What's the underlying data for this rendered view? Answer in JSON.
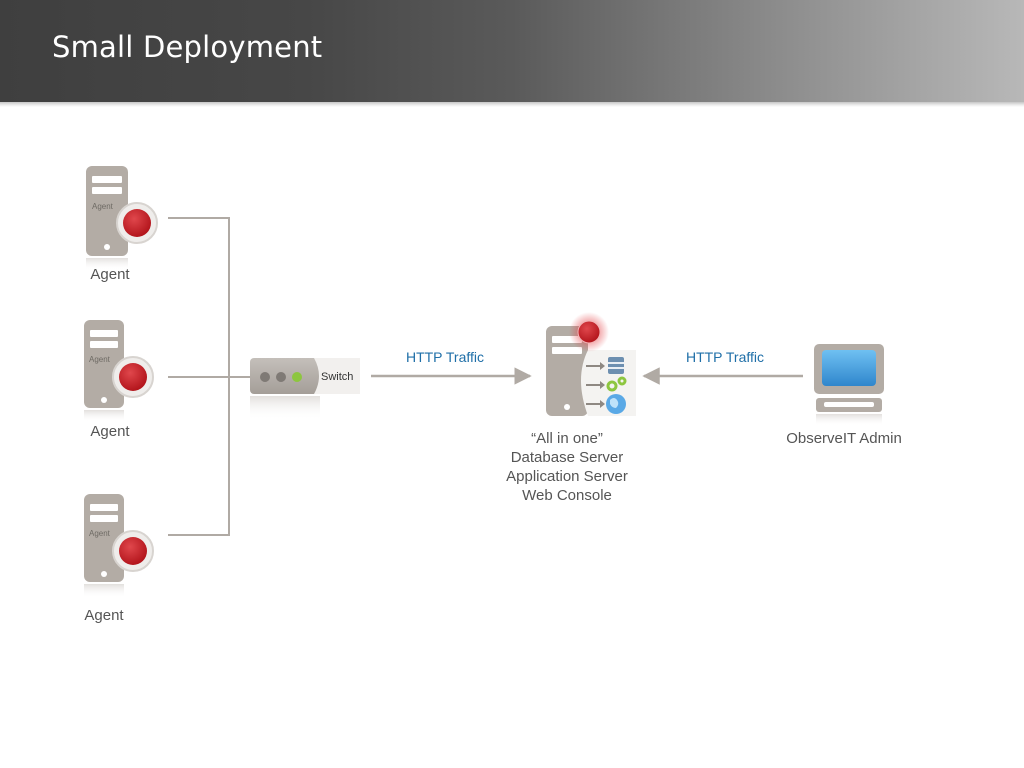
{
  "slide": {
    "title": "Small Deployment"
  },
  "agents": [
    {
      "label": "Agent",
      "tag": "Agent"
    },
    {
      "label": "Agent",
      "tag": "Agent"
    },
    {
      "label": "Agent",
      "tag": "Agent"
    }
  ],
  "switch": {
    "label": "Switch"
  },
  "links": {
    "left_traffic": "HTTP Traffic",
    "right_traffic": "HTTP Traffic"
  },
  "server": {
    "caption_lines": [
      "“All in one”",
      "Database Server",
      "Application Server",
      "Web Console"
    ]
  },
  "admin": {
    "label": "ObserveIT Admin"
  },
  "colors": {
    "device_gray": "#b3aca5",
    "agent_red": "#c0272d",
    "line_gray": "#b0aaa4",
    "traffic_blue": "#1f6fa8",
    "screen_blue": "#4aa3e0"
  }
}
